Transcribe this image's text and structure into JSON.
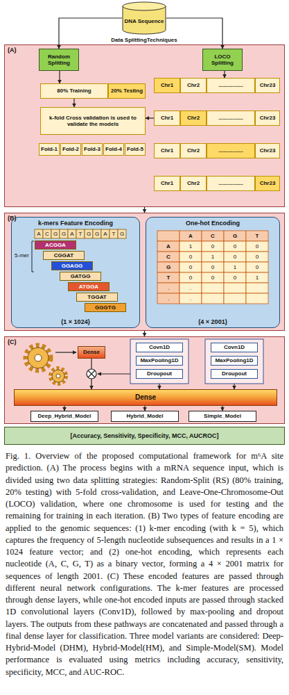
{
  "diagram": {
    "caption": "Fig. 1. Overview of the proposed computational framework for m⁶A site prediction. (A) The process begins with a mRNA sequence input, which is divided using two data splitting strategies: Random-Split (RS) (80% training, 20% testing) with 5-fold cross-validation, and Leave-One-Chromosome-Out (LOCO) validation, where one chromosome is used for testing and the remaining for training in each iteration. (B) Two types of feature encoding are applied to the genomic sequences: (1) k-mer encoding (with k = 5), which captures the frequency of 5-length nucleotide subsequences and results in a 1 × 1024 feature vector; and (2) one-hot encoding, which represents each nucleotide (A, C, G, T) as a binary vector, forming a 4 × 2001 matrix for sequences of length 2001. (C) These encoded features are passed through different neural network configurations. The k-mer features are processed through dense layers, while one-hot encoded inputs are passed through stacked 1D convolutional layers (Conv1D), followed by max-pooling and dropout layers. The outputs from these pathways are concatenated and passed through a final dense layer for classification. Three model variants are considered: Deep-Hybrid-Model (DHM), Hybrid-Model(HM), and Simple-Model(SM). Model performance is evaluated using metrics including accuracy, sensitivity, specificity, MCC, and AUC-ROC.",
    "nodes": [
      {
        "text": [
          "DNA Sequence"
        ]
      },
      {
        "text": [
          "(A)"
        ]
      },
      {
        "text": [
          "Random Splitting"
        ],
        "in": 1
      },
      {
        "text": [
          "LOCO Splitting"
        ],
        "in": 1
      },
      {
        "text": [
          "80% Training"
        ],
        "in": 1
      },
      {
        "text": [
          "20% Testing"
        ],
        "in": 1
      },
      {
        "text": [
          "k-fold Cross validation is used to validate the models"
        ],
        "in": 1
      },
      {
        "text": [
          "Fold-1"
        ],
        "in": 1
      },
      {
        "text": [
          "Fold-2"
        ],
        "in": 1
      },
      {
        "text": [
          "Fold-3"
        ],
        "in": 1
      },
      {
        "text": [
          "Fold-4"
        ],
        "in": 1
      },
      {
        "text": [
          "Fold-5"
        ],
        "in": 1
      },
      {
        "text": [
          "Chr1"
        ],
        "in": 1
      },
      {
        "text": [
          "Chr2"
        ],
        "in": 1
      },
      {
        "text": [
          "................"
        ],
        "in": 1
      },
      {
        "text": [
          "Chr23"
        ],
        "in": 1
      },
      {
        "text": [
          "Chr1"
        ],
        "in": 1
      },
      {
        "text": [
          "Chr2"
        ],
        "in": 1
      },
      {
        "text": [
          "................"
        ],
        "in": 1
      },
      {
        "text": [
          "Chr23"
        ],
        "in": 1
      },
      {
        "text": [
          "Chr1"
        ],
        "in": 1
      },
      {
        "text": [
          "Chr2"
        ],
        "in": 1
      },
      {
        "text": [
          "................"
        ],
        "in": 1
      },
      {
        "text": [
          "Chr23"
        ],
        "in": 1
      },
      {
        "text": [
          "Chr1"
        ],
        "in": 1
      },
      {
        "text": [
          "Chr2"
        ],
        "in": 1
      },
      {
        "text": [
          "................"
        ],
        "in": 1
      },
      {
        "text": [
          "Chr23"
        ],
        "in": 1
      },
      {
        "text": [
          "(B)"
        ]
      },
      {
        "text": [
          "k-mers Feature Encoding",
          "(1 × 1024)"
        ],
        "in": 28
      },
      {
        "text": [
          "ACGGA"
        ],
        "in": 29
      },
      {
        "text": [
          "CGGAT"
        ],
        "in": 29
      },
      {
        "text": [
          "GGAGG"
        ],
        "in": 29
      },
      {
        "text": [
          "GATGG"
        ],
        "in": 29
      },
      {
        "text": [
          "ATGGA"
        ],
        "in": 29
      },
      {
        "text": [
          "TGGAT"
        ],
        "in": 29
      },
      {
        "text": [
          "GGGTG"
        ],
        "in": 29
      },
      {
        "text": [
          "One-hot Encoding",
          "(4 × 2001)"
        ],
        "in": 28
      },
      {
        "text": [
          "(C)"
        ]
      },
      {
        "text": [
          "Dense"
        ],
        "in": 38
      },
      {
        "text": [
          "Covn1D"
        ],
        "in": 38
      },
      {
        "text": [
          "MaxPooling1D"
        ],
        "in": 38
      },
      {
        "text": [
          "Droupout"
        ],
        "in": 38
      },
      {
        "text": [
          "Covn1D"
        ],
        "in": 38
      },
      {
        "text": [
          "MaxPooling1D"
        ],
        "in": 38
      },
      {
        "text": [
          "Droupout"
        ],
        "in": 38
      },
      {
        "text": [
          "Dense"
        ],
        "in": 38
      },
      {
        "text": [
          "Deep_Hybrid_Model"
        ],
        "in": 38
      },
      {
        "text": [
          "Hybrid_Model"
        ],
        "in": 38
      },
      {
        "text": [
          "Simple_Model"
        ],
        "in": 38
      },
      {
        "text": [
          "[Accuracy, Sensitivity, Specificity, MCC, AUCROC]"
        ]
      }
    ],
    "edges": [
      {
        "from": 0,
        "to": 2,
        "arrow": "to"
      },
      {
        "from": 0,
        "to": 3,
        "arrow": "to"
      },
      {
        "from": 2,
        "to": 4,
        "arrow": "to"
      },
      {
        "from": 4,
        "to": 6,
        "arrow": "to"
      },
      {
        "from": 3,
        "to": 14,
        "arrow": "to"
      },
      {
        "from": 16,
        "to": 6,
        "arrow": "to"
      },
      {
        "from": 1,
        "to": 28,
        "arrow": "to"
      },
      {
        "from": 28,
        "to": 38,
        "arrow": "to"
      },
      {
        "from": 39,
        "to": 46,
        "arrow": "to"
      },
      {
        "from": 42,
        "to": 46,
        "arrow": "to"
      },
      {
        "from": 45,
        "to": 46,
        "arrow": "to"
      },
      {
        "from": 46,
        "to": 47,
        "arrow": "to"
      },
      {
        "from": 46,
        "to": 48,
        "arrow": "to"
      },
      {
        "from": 46,
        "to": 49,
        "arrow": "to"
      }
    ],
    "labels": [
      "Data SplittingTechniques",
      "A",
      "C",
      "G",
      "G",
      "A",
      "T",
      "G",
      "G",
      "A",
      "T",
      "G",
      "5-mer",
      "A",
      "C",
      "G",
      "T",
      "A",
      "1",
      "0",
      "0",
      "0",
      "C",
      "0",
      "1",
      "0",
      "0",
      "G",
      "0",
      "0",
      "1",
      "0",
      "T",
      "0",
      "0",
      "0",
      "1",
      ".",
      ".",
      ".",
      "."
    ]
  }
}
